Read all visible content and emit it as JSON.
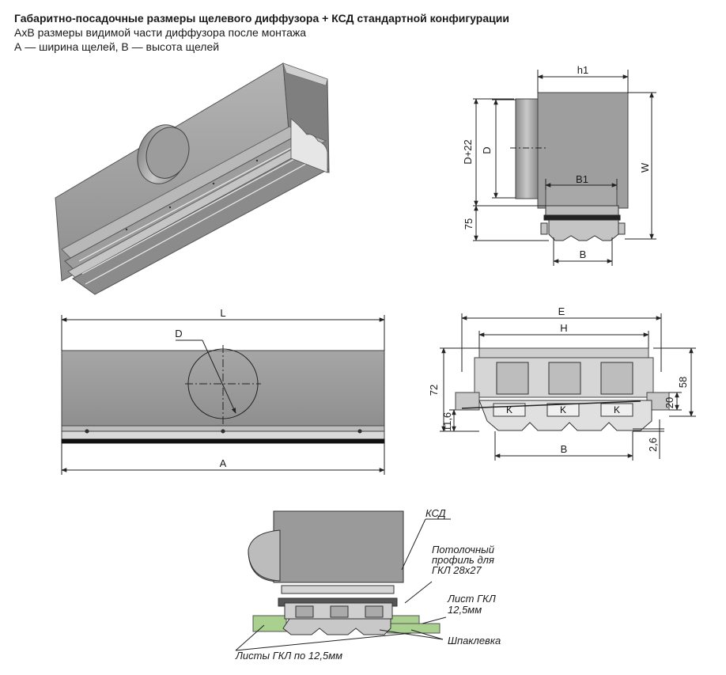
{
  "header": {
    "title": "Габаритно-посадочные размеры щелевого диффузора + КСД стандартной конфигурации",
    "line2": "АхВ размеры видимой части диффузора после монтажа",
    "line3": "А — ширина щелей, В — высота щелей"
  },
  "side_view": {
    "h1": "h1",
    "d22": "D+22",
    "d": "D",
    "w": "W",
    "b1": "B1",
    "b": "B",
    "dim75": "75"
  },
  "front_view": {
    "l": "L",
    "d": "D",
    "a": "A"
  },
  "section_view": {
    "e": "E",
    "h": "H",
    "dim72": "72",
    "dim58": "58",
    "dim20": "20",
    "dim116": "11,6",
    "dim26": "2,6",
    "b": "B",
    "k": [
      "K",
      "K",
      "K"
    ]
  },
  "install_view": {
    "ksd": "КСД",
    "profile_l1": "Потолочный",
    "profile_l2": "профиль для",
    "profile_l3": "ГКЛ 28х27",
    "sheet_l1": "Лист ГКЛ",
    "sheet_l2": "12,5мм",
    "putty": "Шпаклевка",
    "sheets": "Листы ГКЛ по 12,5мм"
  },
  "colors": {
    "metal": "#9a9a9a",
    "metal_light": "#c8c8c8",
    "metal_dark": "#6c6c6c",
    "gypsum": "#a9d08e"
  }
}
